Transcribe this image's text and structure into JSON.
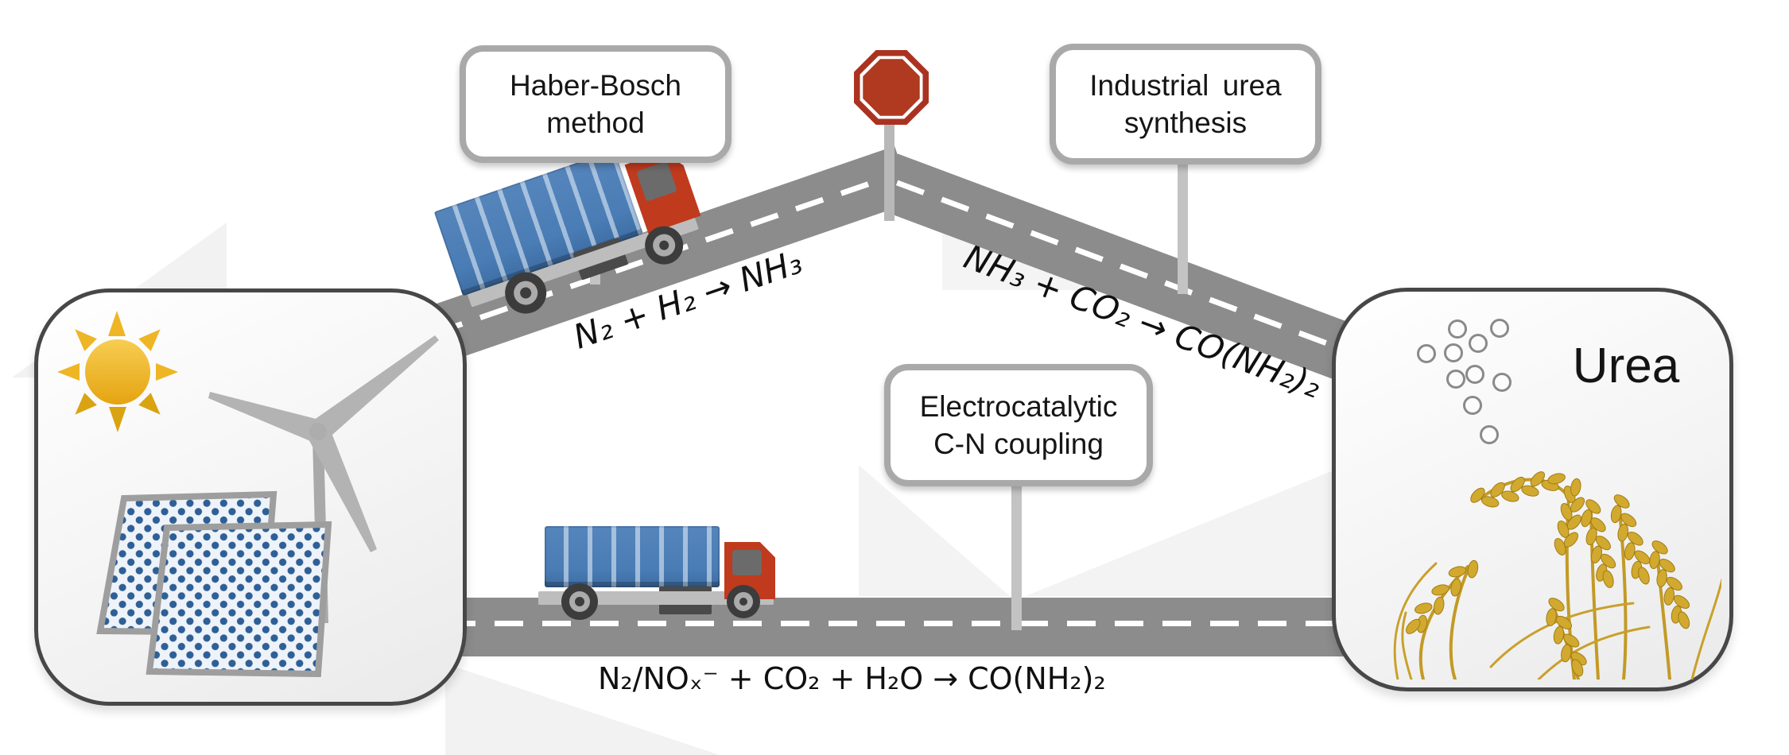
{
  "signs": {
    "haber_bosch": {
      "line1": "Haber-Bosch",
      "line2": "method"
    },
    "industrial": {
      "line1": "Industrial urea",
      "line2": "synthesis"
    },
    "electrocatalytic": {
      "line1": "Electrocatalytic",
      "line2": "C-N coupling"
    }
  },
  "formulas": {
    "haber_bosch": "N₂ + H₂ → NH₃",
    "industrial": "NH₃ + CO₂ → CO(NH₂)₂",
    "electrocatalytic": "N₂/NOₓ⁻ + CO₂ + H₂O → CO(NH₂)₂"
  },
  "labels": {
    "urea": "Urea"
  },
  "colors": {
    "road": "#8c8c8c",
    "lane_marking": "#ffffff",
    "truck_container": "#4a7cb5",
    "truck_cab": "#c03a1e",
    "stop_sign": "#ab3220",
    "sign_border": "#a9a9a9",
    "sun": "#eeb525",
    "wind_turbine": "#b3b3b3",
    "solar_cells": "#2e5f96",
    "wheat": "#d2a92f",
    "urea_granule_outline": "#8a8a8a"
  },
  "icons": {
    "stop_sign": "stop-sign-icon",
    "truck_upper": "truck-icon",
    "truck_lower": "truck-icon",
    "sun": "sun-icon",
    "wind_turbine": "wind-turbine-icon",
    "solar_panels": "solar-panels-icon",
    "urea_granules": "urea-granules-icon",
    "wheat": "wheat-icon"
  }
}
